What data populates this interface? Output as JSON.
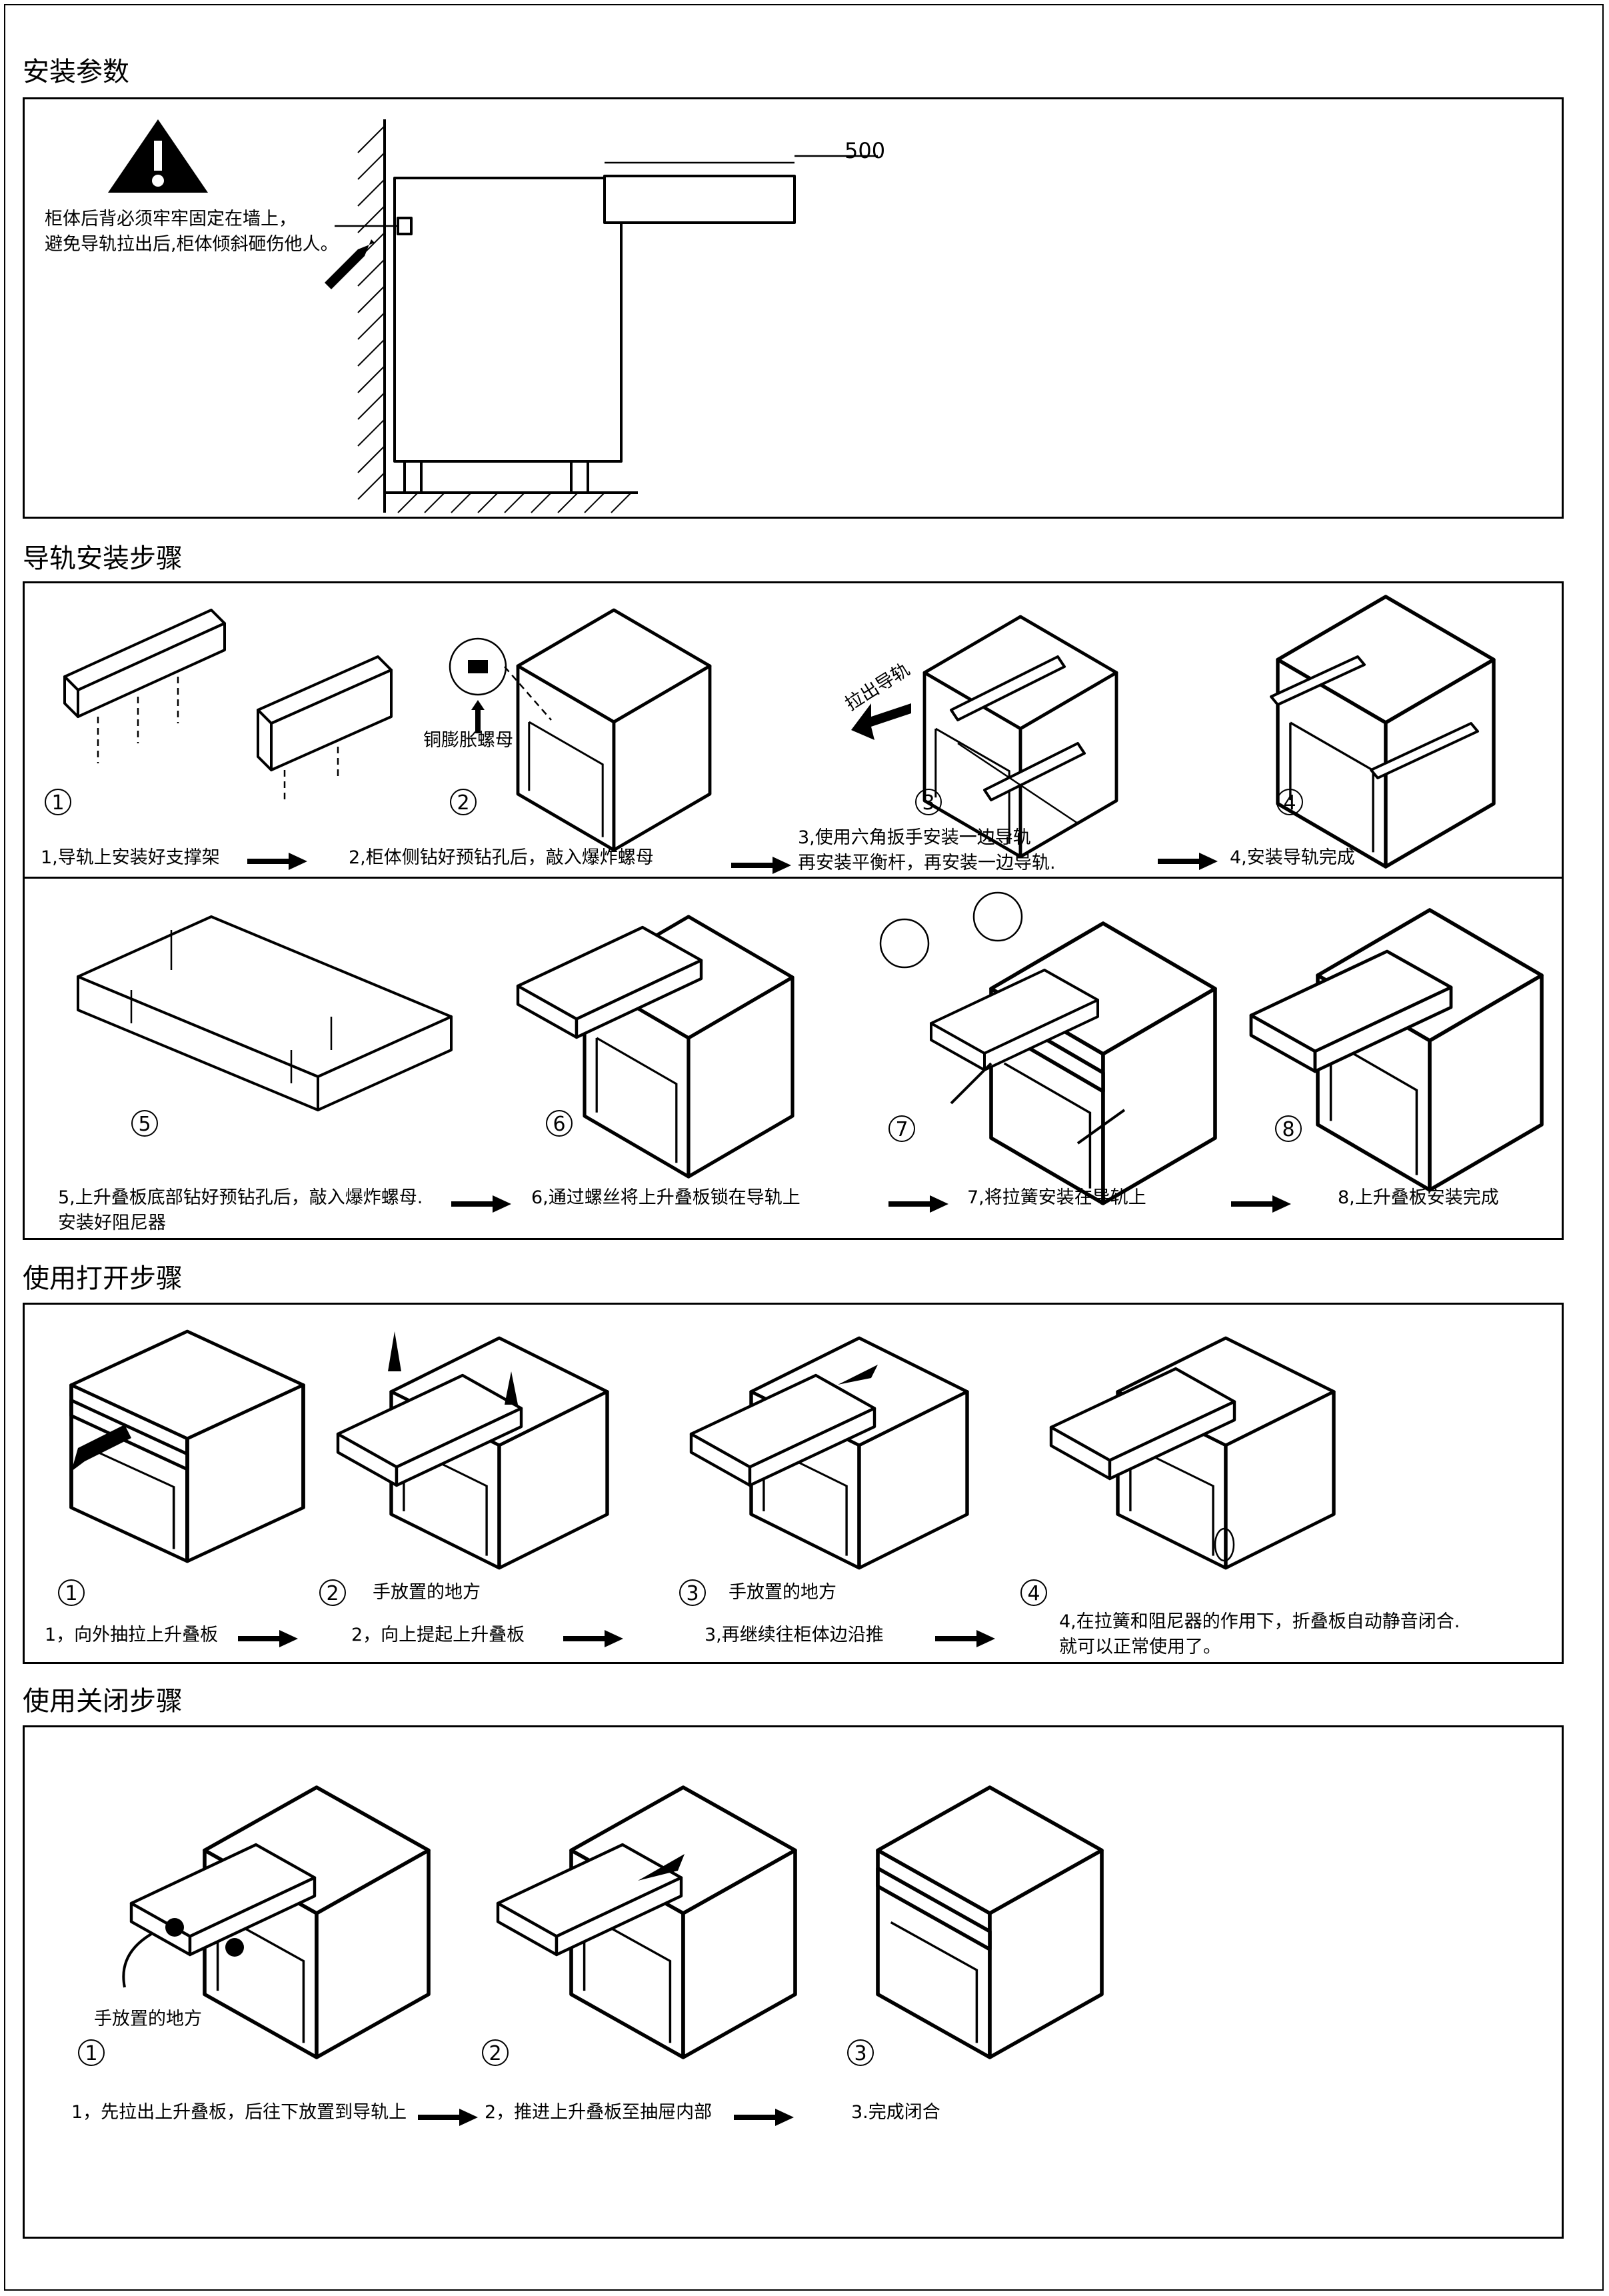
{
  "sections": {
    "params": {
      "title": "安装参数",
      "warning_line1": "柜体后背必须牢牢固定在墙上，",
      "warning_line2": "避免导轨拉出后,柜体倾斜砸伤他人。",
      "dimension": "500"
    },
    "rail": {
      "title": "导轨安装步骤",
      "callout_anchor": "铜膨胀螺母",
      "callout_pull": "拉出导轨",
      "nums": [
        "1",
        "2",
        "3",
        "4",
        "5",
        "6",
        "7",
        "8"
      ],
      "step1": "1,导轨上安装好支撑架",
      "step2": "2,柜体侧钻好预钻孔后，敲入爆炸螺母",
      "step3_line1": "3,使用六角扳手安装一边导轨",
      "step3_line2": "再安装平衡杆，再安装一边导轨.",
      "step4": "4,安装导轨完成",
      "step5_line1": "5,上升叠板底部钻好预钻孔后，敲入爆炸螺母.",
      "step5_line2": "安装好阻尼器",
      "step6": "6,通过螺丝将上升叠板锁在导轨上",
      "step7": "7,将拉簧安装在导轨上",
      "step8": "8,上升叠板安装完成"
    },
    "open": {
      "title": "使用打开步骤",
      "hand_place": "手放置的地方",
      "step1": "1，向外抽拉上升叠板",
      "step2": "2，向上提起上升叠板",
      "step3": "3,再继续往柜体边沿推",
      "step4_line1": "4,在拉簧和阻尼器的作用下，折叠板自动静音闭合.",
      "step4_line2": "就可以正常使用了。"
    },
    "close": {
      "title": "使用关闭步骤",
      "hand_place": "手放置的地方",
      "step1": "1，先拉出上升叠板，后往下放置到导轨上",
      "step2": "2，推进上升叠板至抽屉内部",
      "step3": "3.完成闭合"
    }
  }
}
